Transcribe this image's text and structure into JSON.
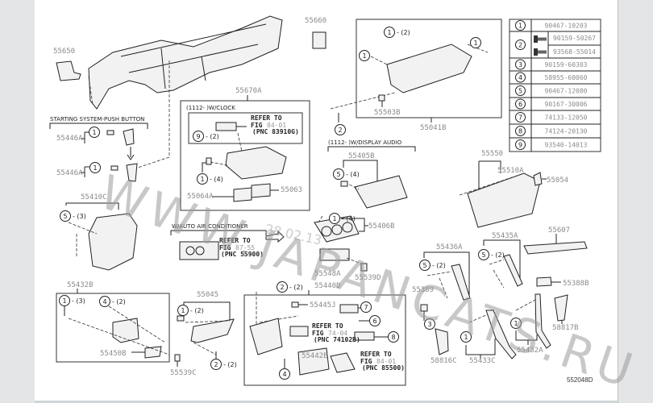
{
  "diagram_id": "552048D",
  "watermark": "WWW.JAPANCATS.RU",
  "watermark_date": "28.02.13",
  "notes": {
    "starting_system": "STARTING SYSTEM-PUSH BUTTON",
    "w_clock": "(1112-      )W/CLOCK",
    "w_display_audio": "(1112-      )W/DISPLAY AUDIO",
    "w_auto_ac": "W/AUTO AIR CONDITIONER"
  },
  "refs": [
    {
      "l1": "REFER TO",
      "fig_label": "FIG",
      "fig": "84-01",
      "pnc": "(PNC 83910G)"
    },
    {
      "l1": "REFER TO",
      "fig_label": "FIG",
      "fig": "87-55",
      "pnc": "(PNC 55900)"
    },
    {
      "l1": "REFER TO",
      "fig_label": "FIG",
      "fig": "74-04",
      "pnc": "(PNC 74102B)"
    },
    {
      "l1": "REFER TO",
      "fig_label": "FIG",
      "fig": "84-01",
      "pnc": "(PNC 85500)"
    }
  ],
  "part_labels": [
    "55650",
    "55660",
    "55670A",
    "55446A",
    "55446A",
    "55064A",
    "55063",
    "55410C",
    "55432B",
    "55450B",
    "55539C",
    "55045",
    "55440D",
    "55445J",
    "55442B",
    "55548A",
    "55539D",
    "55406B",
    "55405B",
    "55503B",
    "55041B",
    "55550",
    "55510A",
    "55054",
    "55607",
    "55436A",
    "55435A",
    "55389",
    "55388B",
    "58817B",
    "55432A",
    "58816C",
    "55433C"
  ],
  "callouts": [
    {
      "n": "1",
      "q": ""
    },
    {
      "n": "1",
      "q": ""
    },
    {
      "n": "9",
      "q": "- (2)"
    },
    {
      "n": "1",
      "q": "- (4)"
    },
    {
      "n": "5",
      "q": "- (3)"
    },
    {
      "n": "1",
      "q": "- (3)"
    },
    {
      "n": "4",
      "q": "- (2)"
    },
    {
      "n": "1",
      "q": "- (2)"
    },
    {
      "n": "2",
      "q": "- (2)"
    },
    {
      "n": "2",
      "q": "- (2)"
    },
    {
      "n": "7",
      "q": ""
    },
    {
      "n": "6",
      "q": ""
    },
    {
      "n": "8",
      "q": ""
    },
    {
      "n": "4",
      "q": ""
    },
    {
      "n": "1",
      "q": "- (4)"
    },
    {
      "n": "5",
      "q": "- (4)"
    },
    {
      "n": "2",
      "q": ""
    },
    {
      "n": "1",
      "q": "- (2)"
    },
    {
      "n": "1",
      "q": ""
    },
    {
      "n": "1",
      "q": ""
    },
    {
      "n": "5",
      "q": "- (2)"
    },
    {
      "n": "5",
      "q": "- (2)"
    },
    {
      "n": "3",
      "q": ""
    },
    {
      "n": "1",
      "q": ""
    },
    {
      "n": "1",
      "q": ""
    }
  ],
  "parts_table": [
    {
      "n": "1",
      "parts": [
        "90467-10203"
      ]
    },
    {
      "n": "2",
      "parts": [
        "90159-50267",
        "93568-55014"
      ]
    },
    {
      "n": "3",
      "parts": [
        "90159-60303"
      ]
    },
    {
      "n": "4",
      "parts": [
        "58955-60060"
      ]
    },
    {
      "n": "5",
      "parts": [
        "90467-12080"
      ]
    },
    {
      "n": "6",
      "parts": [
        "90167-30006"
      ]
    },
    {
      "n": "7",
      "parts": [
        "74133-12050"
      ]
    },
    {
      "n": "8",
      "parts": [
        "74124-20130"
      ]
    },
    {
      "n": "9",
      "parts": [
        "93540-14013"
      ]
    }
  ]
}
